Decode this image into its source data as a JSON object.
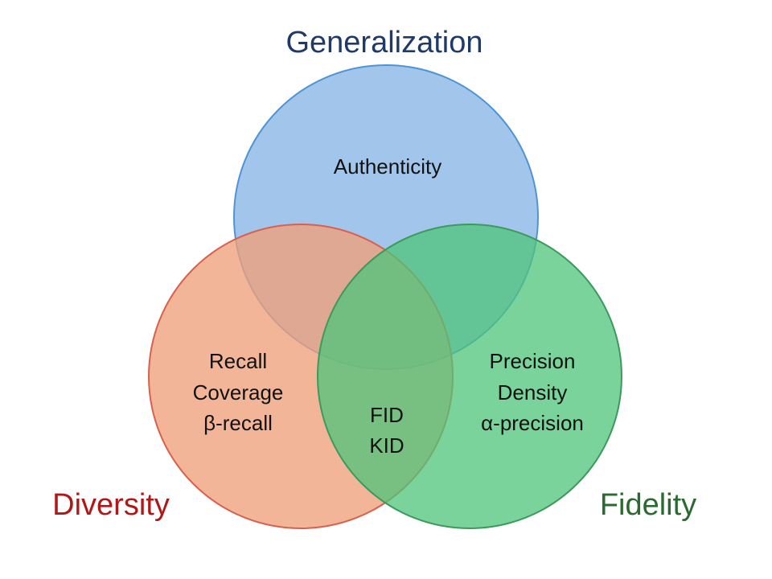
{
  "diagram": {
    "type": "venn",
    "sets": [
      {
        "id": "generalization",
        "title": "Generalization",
        "title_color": "#1f3a68",
        "fill_color": "#8db8e6",
        "stroke_color": "#4f94d4",
        "metrics": [
          "Authenticity"
        ]
      },
      {
        "id": "diversity",
        "title": "Diversity",
        "title_color": "#b01818",
        "fill_color": "#f0a07a",
        "stroke_color": "#d9604d",
        "metrics": [
          "Recall",
          "Coverage",
          "β-recall"
        ]
      },
      {
        "id": "fidelity",
        "title": "Fidelity",
        "title_color": "#2a6a30",
        "fill_color": "#4dc47a",
        "stroke_color": "#3c9a5c",
        "metrics": [
          "Precision",
          "Density",
          "α-precision"
        ]
      }
    ],
    "intersections": [
      {
        "id": "diversity-fidelity",
        "metrics": [
          "FID",
          "KID"
        ]
      }
    ]
  }
}
